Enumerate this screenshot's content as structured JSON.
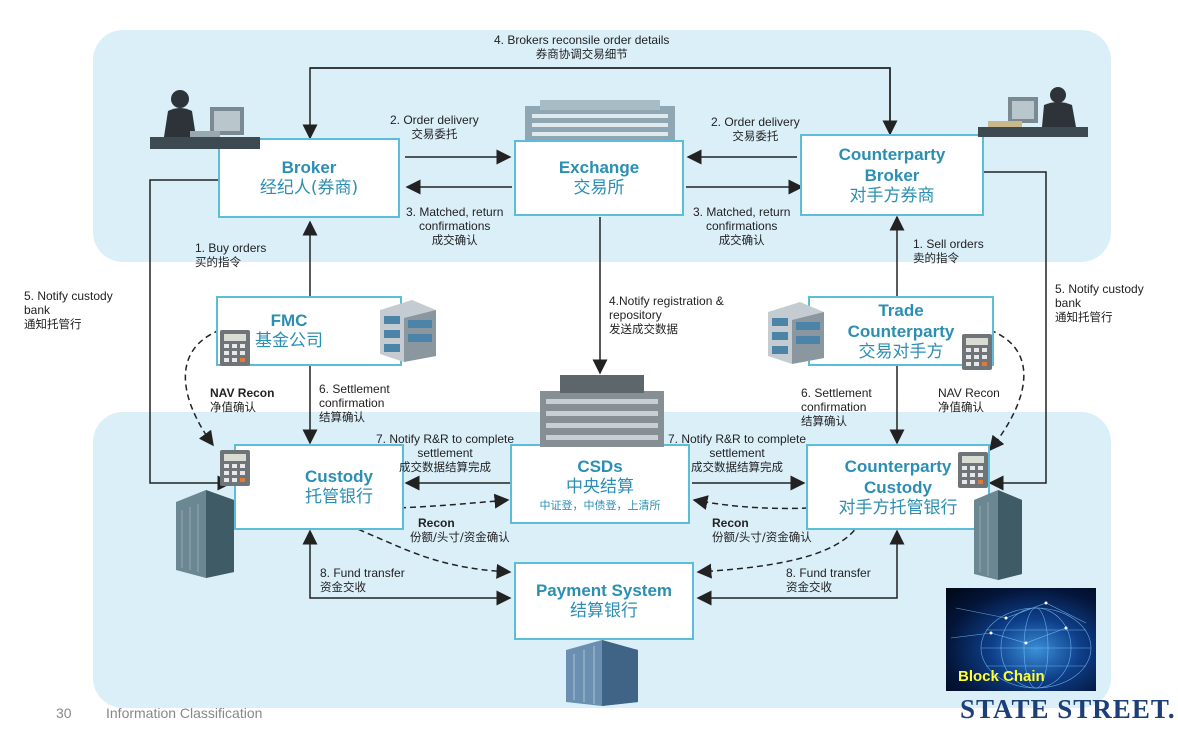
{
  "slide": {
    "page_number": "30",
    "classification": "Information Classification"
  },
  "boxes": {
    "broker": {
      "title": "Broker",
      "zh": "经纪人(券商)"
    },
    "exchange": {
      "title": "Exchange",
      "zh": "交易所"
    },
    "cp_broker": {
      "title1": "Counterparty",
      "title2": "Broker",
      "zh": "对手方券商"
    },
    "fmc": {
      "title": "FMC",
      "zh": "基金公司"
    },
    "trade_cp": {
      "title1": "Trade",
      "title2": "Counterparty",
      "zh": "交易对手方"
    },
    "custody": {
      "title": "Custody",
      "zh": "托管银行"
    },
    "csds": {
      "title": "CSDs",
      "zh": "中央结算",
      "sub": "中证登，中债登，上清所"
    },
    "cp_custody": {
      "title1": "Counterparty",
      "title2": "Custody",
      "zh": "对手方托管银行"
    },
    "payment": {
      "title": "Payment System",
      "zh": "结算银行"
    }
  },
  "labels": {
    "reconcile": {
      "en": "4. Brokers reconsile order details",
      "zh": "券商协调交易细节"
    },
    "order_delivery_l": {
      "en": "2. Order delivery",
      "zh": "交易委托"
    },
    "order_delivery_r": {
      "en": "2. Order delivery",
      "zh": "交易委托"
    },
    "matched_l": {
      "en1": "3. Matched, return",
      "en2": "confirmations",
      "zh": "成交确认"
    },
    "matched_r": {
      "en1": "3. Matched, return",
      "en2": "confirmations",
      "zh": "成交确认"
    },
    "buy": {
      "en": "1. Buy orders",
      "zh": "买的指令"
    },
    "sell": {
      "en": "1. Sell orders",
      "zh": "卖的指令"
    },
    "notify_l": {
      "en1": "5. Notify custody",
      "en2": "bank",
      "zh": "通知托管行"
    },
    "notify_r": {
      "en1": "5. Notify custody",
      "en2": "bank",
      "zh": "通知托管行"
    },
    "notify_reg": {
      "en1": "4.Notify registration &",
      "en2": "repository",
      "zh": "发送成交数据"
    },
    "nav_l": {
      "en": "NAV Recon",
      "zh": "净值确认"
    },
    "nav_r": {
      "en": "NAV Recon",
      "zh": "净值确认"
    },
    "settle_l": {
      "en1": "6. Settlement",
      "en2": "confirmation",
      "zh": "结算确认"
    },
    "settle_r": {
      "en1": "6. Settlement",
      "en2": "confirmation",
      "zh": "结算确认"
    },
    "rr_l": {
      "en1": "7. Notify R&R to complete",
      "en2": "settlement",
      "zh": "成交数据结算完成"
    },
    "rr_r": {
      "en1": "7. Notify R&R to complete",
      "en2": "settlement",
      "zh": "成交数据结算完成"
    },
    "recon_l": {
      "en": "Recon",
      "zh": "份额/头寸/资金确认"
    },
    "recon_r": {
      "en": "Recon",
      "zh": "份额/头寸/资金确认"
    },
    "fund_l": {
      "en": "8. Fund transfer",
      "zh": "资金交收"
    },
    "fund_r": {
      "en": "8. Fund transfer",
      "zh": "资金交收"
    }
  },
  "branding": {
    "block_chain": "Block Chain",
    "state_street": "STATE STREET."
  },
  "colors": {
    "region": "#dbeff9",
    "box_border": "#5bbdd8",
    "box_text": "#2b8fb3",
    "brand": "#1c3f7a"
  },
  "icons": [
    "person-at-computer-icon",
    "building-icon",
    "calculator-icon",
    "office-tower-icon",
    "globe-network-icon"
  ]
}
